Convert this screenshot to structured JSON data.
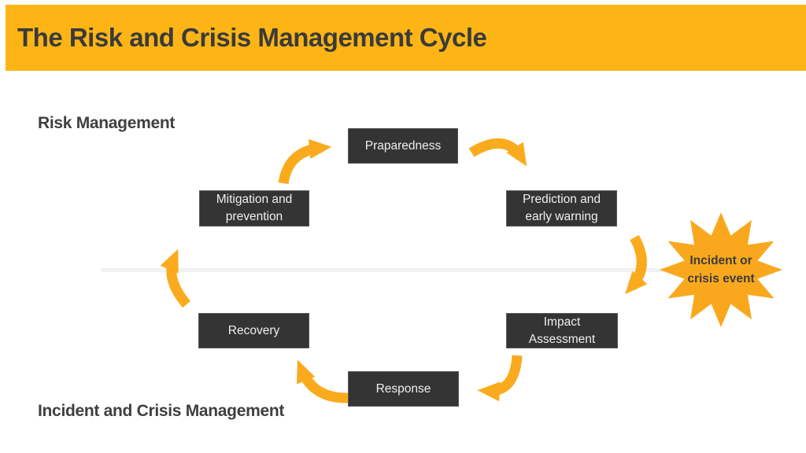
{
  "header": {
    "title": "The Risk and Crisis Management Cycle",
    "bg_color": "#FDB515",
    "text_color": "#3A3A3A"
  },
  "labels": {
    "top": "Risk Management",
    "bottom": "Incident and Crisis Management"
  },
  "cycle": {
    "nodes": [
      {
        "id": "preparedness",
        "label": "Praparedness"
      },
      {
        "id": "prediction",
        "label": "Prediction and early warning"
      },
      {
        "id": "impact",
        "label": "Impact Assessment"
      },
      {
        "id": "response",
        "label": "Response"
      },
      {
        "id": "recovery",
        "label": "Recovery"
      },
      {
        "id": "mitigation",
        "label": "Mitigation and prevention"
      }
    ],
    "box_bg_color": "#343434",
    "box_text_color": "#EFEFEF",
    "arrow_color": "#FAAB1D"
  },
  "starburst": {
    "line1": "Incident or",
    "line2": "crisis event",
    "color": "#F9A81E",
    "text_color": "#3C3C3C"
  },
  "divider_color": "#F2F2F2"
}
